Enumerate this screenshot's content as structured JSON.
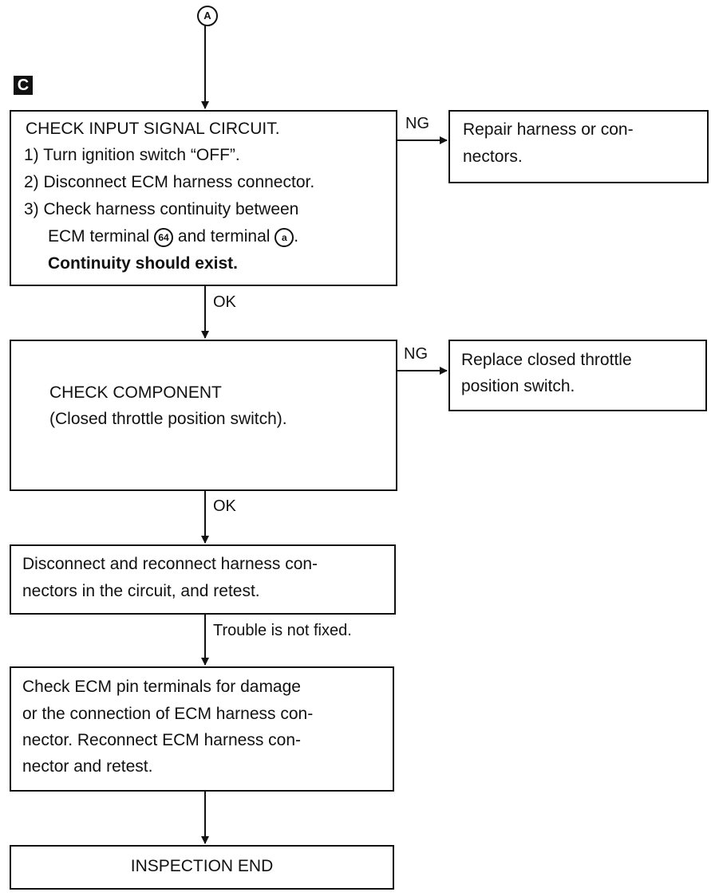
{
  "connector_top": "A",
  "section_mark": "C",
  "step1": {
    "title": "CHECK INPUT SIGNAL CIRCUIT.",
    "item1": "1) Turn ignition switch “OFF”.",
    "item2": "2) Disconnect ECM harness connector.",
    "item3_line1": "3) Check harness continuity between",
    "item3_line2_a": "ECM terminal",
    "terminal_ecm": "64",
    "item3_line2_b": "and terminal",
    "terminal_a": "a",
    "item3_line2_end": ".",
    "result": "Continuity should exist."
  },
  "step1_ng": {
    "label": "NG",
    "line1": "Repair harness or con-",
    "line2": "nectors."
  },
  "step1_ok": "OK",
  "step2": {
    "line1": "CHECK COMPONENT",
    "line2": "(Closed throttle position switch)."
  },
  "step2_ng": {
    "label": "NG",
    "line1": "Replace closed throttle",
    "line2": "position switch."
  },
  "step2_ok": "OK",
  "step3": {
    "line1": "Disconnect and reconnect harness con-",
    "line2": "nectors in the circuit, and retest."
  },
  "step3_next": "Trouble is not fixed.",
  "step4": {
    "line1": "Check ECM pin terminals for damage",
    "line2": "or the connection of ECM harness con-",
    "line3": "nector. Reconnect ECM harness con-",
    "line4": "nector and retest."
  },
  "end": "INSPECTION END"
}
